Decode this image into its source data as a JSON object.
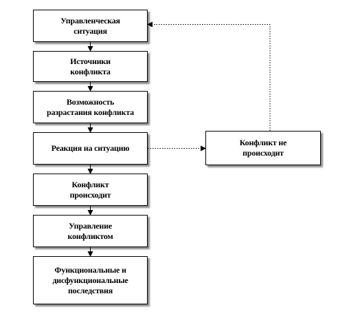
{
  "diagram": {
    "nodes": [
      {
        "id": "situation",
        "label": "Управленческая\nситуация"
      },
      {
        "id": "sources",
        "label": "Источники\nконфликта"
      },
      {
        "id": "growth",
        "label": "Возможность\nразрастания конфликта"
      },
      {
        "id": "reaction",
        "label": "Реакция на ситуацию"
      },
      {
        "id": "occurs",
        "label": "Конфликт\nпроисходит"
      },
      {
        "id": "management",
        "label": "Управление\nконфликтом"
      },
      {
        "id": "consequences",
        "label": "Функциональные  и\nдисфункциональные\nпоследствия"
      },
      {
        "id": "not-occurs",
        "label": "Конфликт не\nпроисходит"
      }
    ],
    "edges": [
      {
        "from": "situation",
        "to": "sources",
        "style": "solid"
      },
      {
        "from": "sources",
        "to": "growth",
        "style": "solid"
      },
      {
        "from": "growth",
        "to": "reaction",
        "style": "solid"
      },
      {
        "from": "reaction",
        "to": "occurs",
        "style": "solid"
      },
      {
        "from": "occurs",
        "to": "management",
        "style": "solid"
      },
      {
        "from": "management",
        "to": "consequences",
        "style": "solid"
      },
      {
        "from": "reaction",
        "to": "not-occurs",
        "style": "dotted"
      },
      {
        "from": "not-occurs",
        "to": "situation",
        "style": "dotted"
      }
    ],
    "colors": {
      "stroke": "#000000",
      "fill": "#ffffff",
      "text": "#000000"
    }
  }
}
